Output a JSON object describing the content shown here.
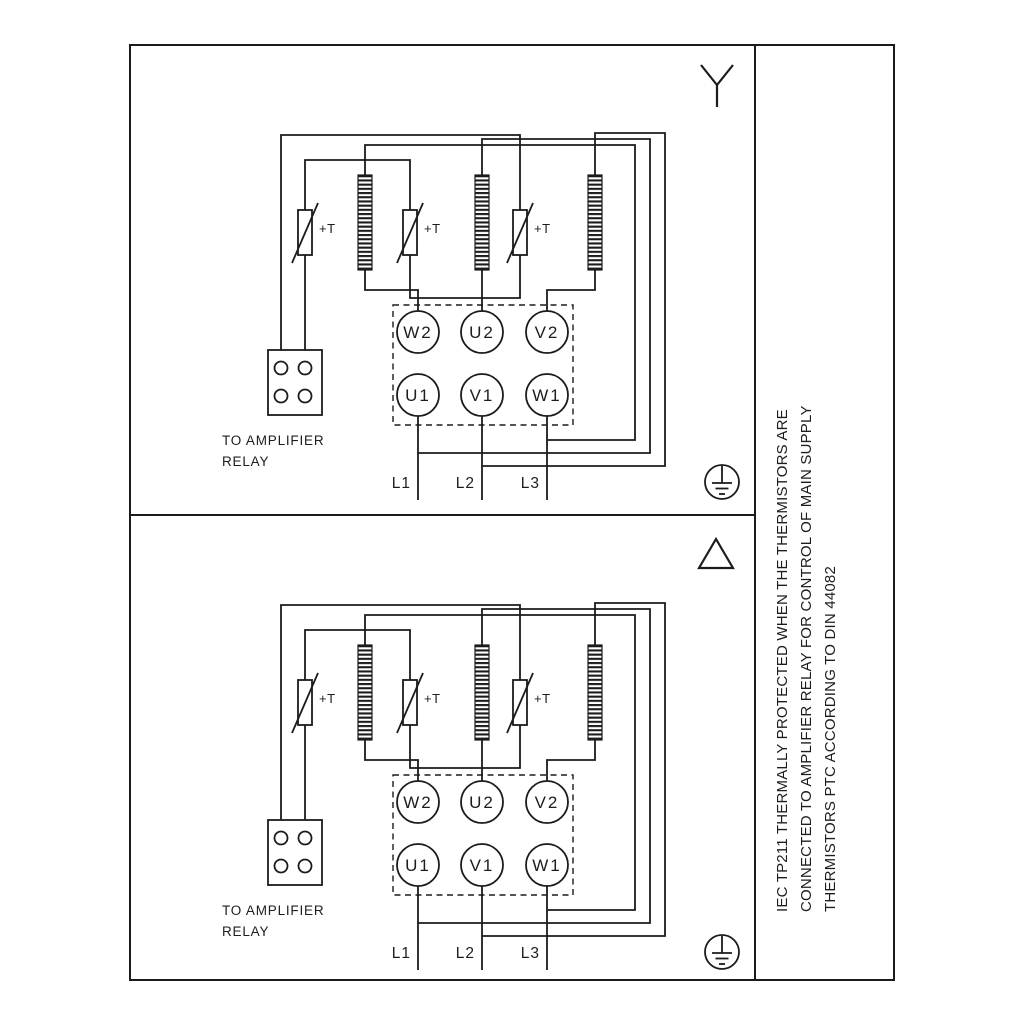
{
  "page": {
    "background": "#ffffff",
    "line_color": "#1b1b1b"
  },
  "diagram": {
    "panels": [
      {
        "id": "star-connection",
        "connection_symbol": "star"
      },
      {
        "id": "delta-connection",
        "connection_symbol": "delta"
      }
    ],
    "terminals": {
      "top_row": [
        "W2",
        "U2",
        "V2"
      ],
      "bottom_row": [
        "U1",
        "V1",
        "W1"
      ]
    },
    "phases": [
      "L1",
      "L2",
      "L3"
    ],
    "thermistor_label": "+T",
    "relay_caption": {
      "line1": "TO AMPLIFIER",
      "line2": "RELAY"
    },
    "side_note": {
      "line1": "IEC TP211 THERMALLY PROTECTED WHEN THE THERMISTORS ARE",
      "line2": "CONNECTED TO AMPLIFIER RELAY FOR CONTROL OF MAIN SUPPLY",
      "line3": "THERMISTORS PTC ACCORDING TO DIN 44082"
    }
  }
}
